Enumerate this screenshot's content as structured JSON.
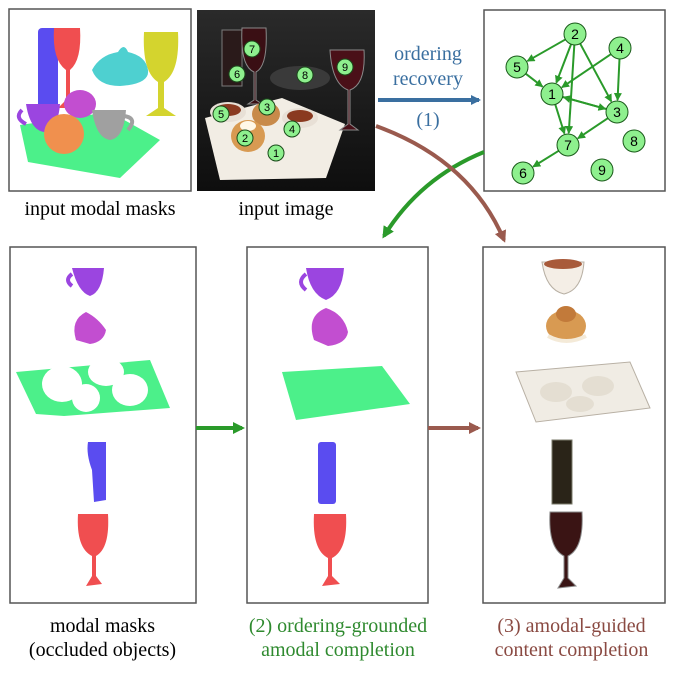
{
  "captions": {
    "modal_masks_top": "input modal masks",
    "input_image": "input image",
    "ordering_line1": "ordering",
    "ordering_line2": "recovery",
    "ordering_step": "(1)",
    "modal_line1": "modal masks",
    "modal_line2": "(occluded objects)",
    "amodal_line1": "(2) ordering-grounded",
    "amodal_line2": "amodal completion",
    "content_line1": "(3) amodal-guided",
    "content_line2": "content completion"
  },
  "graph": {
    "nodes": [
      "1",
      "2",
      "3",
      "4",
      "5",
      "6",
      "7",
      "8",
      "9"
    ],
    "edges": [
      [
        "2",
        "5"
      ],
      [
        "2",
        "1"
      ],
      [
        "2",
        "3"
      ],
      [
        "2",
        "7"
      ],
      [
        "4",
        "1"
      ],
      [
        "4",
        "3"
      ],
      [
        "5",
        "1"
      ],
      [
        "1",
        "3"
      ],
      [
        "1",
        "7"
      ],
      [
        "3",
        "1"
      ],
      [
        "3",
        "7"
      ],
      [
        "7",
        "6"
      ]
    ]
  },
  "photo_labels": [
    "1",
    "2",
    "3",
    "4",
    "5",
    "6",
    "7",
    "8",
    "9"
  ],
  "colors": {
    "blue_arrow": "#3a6fa0",
    "green_arrow": "#2a9a2a",
    "brown_arrow": "#9a5a4e",
    "node_fill": "#8ef08e",
    "mask_purple": "#9b45e0",
    "mask_magenta": "#c24ed0",
    "mask_green": "#4cf08a",
    "mask_blue": "#5a4cf0",
    "mask_red": "#f04e50"
  }
}
